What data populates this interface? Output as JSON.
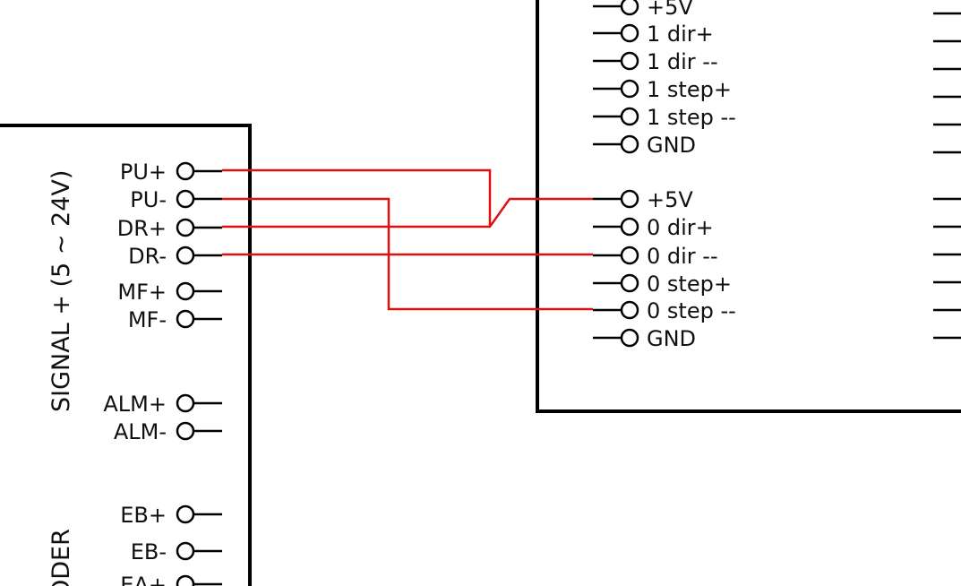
{
  "driver": {
    "signal_group_label": "SIGNAL + (5 ~ 24V)",
    "encoder_group_label": "ODER",
    "pins": [
      {
        "key": "pu_plus",
        "label": "PU+"
      },
      {
        "key": "pu_minus",
        "label": "PU-"
      },
      {
        "key": "dr_plus",
        "label": "DR+"
      },
      {
        "key": "dr_minus",
        "label": "DR-"
      },
      {
        "key": "mf_plus",
        "label": "MF+"
      },
      {
        "key": "mf_minus",
        "label": "MF-"
      },
      {
        "key": "alm_plus",
        "label": "ALM+"
      },
      {
        "key": "alm_minus",
        "label": "ALM-"
      },
      {
        "key": "eb_plus",
        "label": "EB+"
      },
      {
        "key": "eb_minus",
        "label": "EB-"
      },
      {
        "key": "ea_plus",
        "label": "EA+"
      }
    ]
  },
  "controller": {
    "pins": [
      {
        "key": "ch1_5v",
        "label": "+5V"
      },
      {
        "key": "ch1_dir_plus",
        "label": "1 dir+"
      },
      {
        "key": "ch1_dir_minus",
        "label": "1 dir --"
      },
      {
        "key": "ch1_step_plus",
        "label": "1 step+"
      },
      {
        "key": "ch1_step_minus",
        "label": "1 step --"
      },
      {
        "key": "ch1_gnd",
        "label": "GND"
      },
      {
        "key": "ch0_5v",
        "label": "+5V"
      },
      {
        "key": "ch0_dir_plus",
        "label": "0 dir+"
      },
      {
        "key": "ch0_dir_minus",
        "label": "0 dir --"
      },
      {
        "key": "ch0_step_plus",
        "label": "0 step+"
      },
      {
        "key": "ch0_step_minus",
        "label": "0 step --"
      },
      {
        "key": "ch0_gnd",
        "label": "GND"
      }
    ]
  },
  "connections": [
    {
      "from": "PU+",
      "to": "+5V"
    },
    {
      "from": "DR+",
      "to": "+5V"
    },
    {
      "from": "PU-",
      "to": "0 step --"
    },
    {
      "from": "DR-",
      "to": "0 dir --"
    }
  ],
  "colors": {
    "outline": "#000000",
    "wire": "#e01010",
    "background": "#ffffff"
  }
}
